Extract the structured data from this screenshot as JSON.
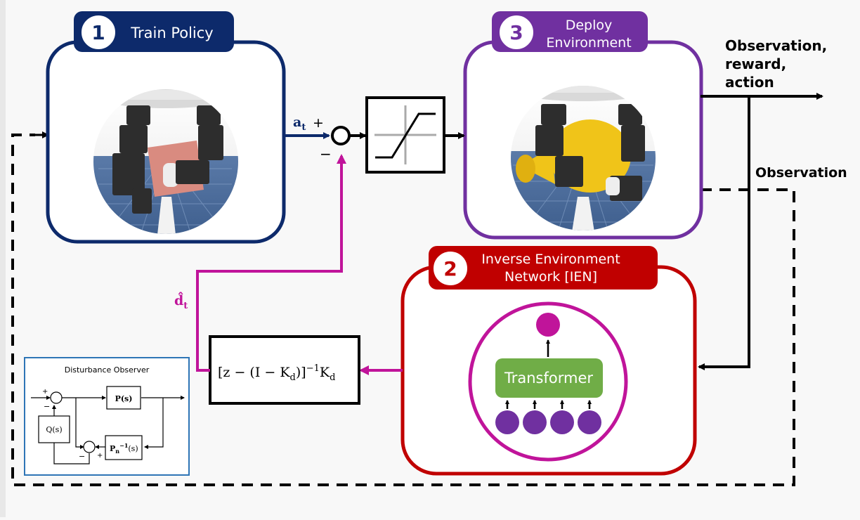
{
  "stage1": {
    "number": "1",
    "title": "Train Policy"
  },
  "stage2": {
    "number": "2",
    "title_line1": "Inverse Environment",
    "title_line2": "Network [IEN]"
  },
  "stage3": {
    "number": "3",
    "title_line1": "Deploy",
    "title_line2": "Environment"
  },
  "signals": {
    "action_symbol": "a",
    "action_subscript": "t",
    "plus": "+",
    "minus": "−",
    "disturbance_symbol": "d̂",
    "disturbance_subscript": "t",
    "outputs_line1": "Observation,",
    "outputs_line2": "reward,",
    "outputs_line3": "action",
    "observation": "Observation"
  },
  "filter_block": {
    "formula_main": "[z − (I − K",
    "formula_sub1": "d",
    "formula_mid": ")]",
    "formula_sup": "−1",
    "formula_end": "K",
    "formula_sub2": "d"
  },
  "ien": {
    "core_label": "Transformer"
  },
  "dob_inset": {
    "title": "Disturbance Observer",
    "plant": "P(s)",
    "q_filter": "Q(s)",
    "inverse_nominal": "P",
    "inverse_sub": "n",
    "inverse_sup": "−1",
    "inverse_arg": "(s)",
    "plus": "+",
    "minus": "−"
  },
  "colors": {
    "stage1": "#0d2a6b",
    "stage2": "#c00000",
    "stage3": "#7030a0",
    "feedback": "#c0149a",
    "transformer": "#70ad47",
    "token": "#7030a0",
    "inset_border": "#2e75b6"
  }
}
